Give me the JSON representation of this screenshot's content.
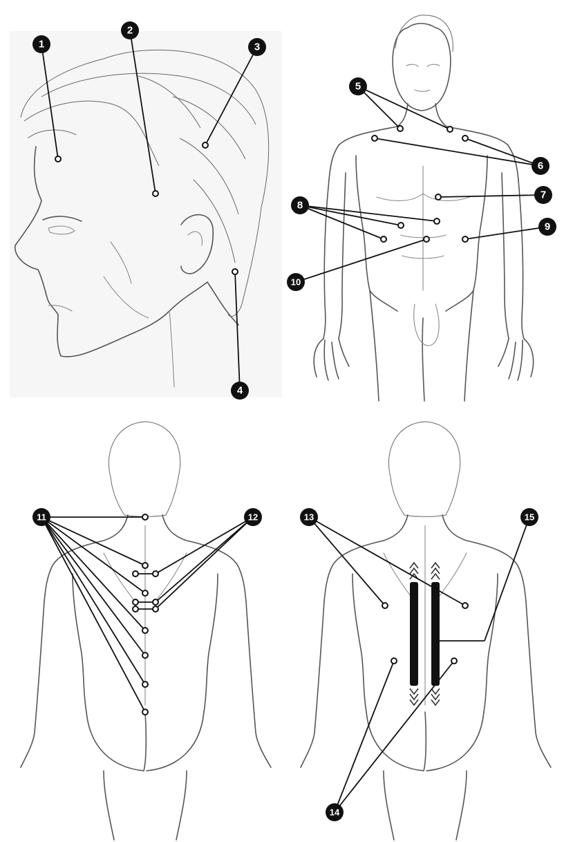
{
  "colors": {
    "ink": "#111111",
    "sketch": "#555555",
    "background": "#ffffff"
  },
  "panels": [
    {
      "name": "head-profile",
      "view": "head, left profile"
    },
    {
      "name": "front-body",
      "view": "full body, front"
    },
    {
      "name": "back-body-points",
      "view": "full body, back"
    },
    {
      "name": "back-body-bands",
      "view": "full body, back"
    }
  ],
  "labels": {
    "n1": "1",
    "n2": "2",
    "n3": "3",
    "n4": "4",
    "n5": "5",
    "n6": "6",
    "n7": "7",
    "n8": "8",
    "n9": "9",
    "n10": "10",
    "n11": "11",
    "n12": "12",
    "n13": "13",
    "n14": "14",
    "n15": "15"
  }
}
